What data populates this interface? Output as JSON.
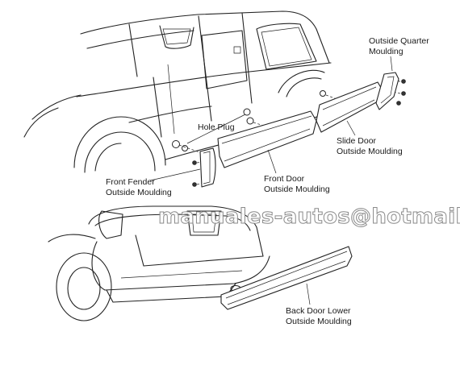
{
  "labels": {
    "outside_quarter": [
      "Outside Quarter",
      "Moulding"
    ],
    "hole_plug": "Hole Plug",
    "slide_door": [
      "Slide Door",
      "Outside Moulding"
    ],
    "front_fender": [
      "Front Fender",
      "Outside Moulding"
    ],
    "front_door": [
      "Front Door",
      "Outside Moulding"
    ],
    "back_door_lower": [
      "Back Door Lower",
      "Outside Moulding"
    ]
  },
  "watermark": "manuales-autos@hotmail.com",
  "colors": {
    "line": "#222222",
    "text": "#1a1a1a",
    "background": "#ffffff"
  }
}
